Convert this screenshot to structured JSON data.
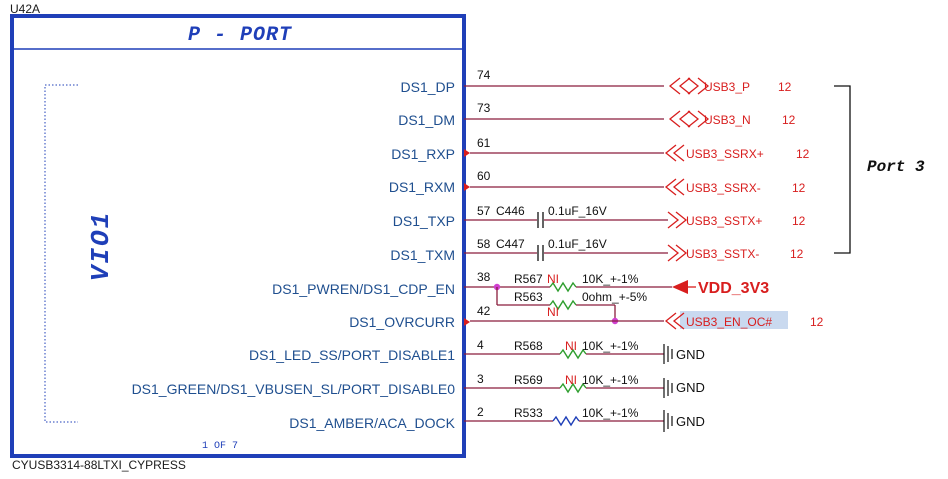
{
  "component": {
    "ref": "U42A",
    "title": "P - PORT",
    "vio_label": "VIO1",
    "sheet": "1 OF 7",
    "part_number": "CYUSB3314-88LTXI_CYPRESS"
  },
  "pins": [
    {
      "name": "DS1_DP",
      "number": "74"
    },
    {
      "name": "DS1_DM",
      "number": "73"
    },
    {
      "name": "DS1_RXP",
      "number": "61"
    },
    {
      "name": "DS1_RXM",
      "number": "60"
    },
    {
      "name": "DS1_TXP",
      "number": "57"
    },
    {
      "name": "DS1_TXM",
      "number": "58"
    },
    {
      "name": "DS1_PWREN/DS1_CDP_EN",
      "number": "38"
    },
    {
      "name": "DS1_OVRCURR",
      "number": "42"
    },
    {
      "name": "DS1_LED_SS/PORT_DISABLE1",
      "number": "4"
    },
    {
      "name": "DS1_GREEN/DS1_VBUSEN_SL/PORT_DISABLE0",
      "number": "3"
    },
    {
      "name": "DS1_AMBER/ACA_DOCK",
      "number": "2"
    }
  ],
  "capacitors": [
    {
      "ref": "C446",
      "value": "0.1uF_16V"
    },
    {
      "ref": "C447",
      "value": "0.1uF_16V"
    }
  ],
  "resistors": [
    {
      "ref": "R567",
      "ni": "NI",
      "value": "10K_+-1%"
    },
    {
      "ref": "R563",
      "ni": "NI",
      "value": "0ohm_+-5%"
    },
    {
      "ref": "R568",
      "ni": "NI",
      "value": "10K_+-1%"
    },
    {
      "ref": "R569",
      "ni": "NI",
      "value": "10K_+-1%"
    },
    {
      "ref": "R533",
      "ni": "",
      "value": "10K_+-1%"
    }
  ],
  "nets": [
    {
      "name": "USB3_P",
      "page": "12"
    },
    {
      "name": "USB3_N",
      "page": "12"
    },
    {
      "name": "USB3_SSRX+",
      "page": "12"
    },
    {
      "name": "USB3_SSRX-",
      "page": "12"
    },
    {
      "name": "USB3_SSTX+",
      "page": "12"
    },
    {
      "name": "USB3_SSTX-",
      "page": "12"
    },
    {
      "name": "USB3_EN_OC#",
      "page": "12"
    }
  ],
  "power": {
    "vdd": "VDD_3V3",
    "gnd": "GND"
  },
  "group_label": "Port 3",
  "colors": {
    "symbol_blue": "#1f3fb8",
    "pin_text": "#1f4f8f",
    "net_red": "#d81e1e",
    "wire": "#8a1c3c",
    "resistor_green": "#2f9e2f",
    "highlight": "#c9d9ef"
  }
}
